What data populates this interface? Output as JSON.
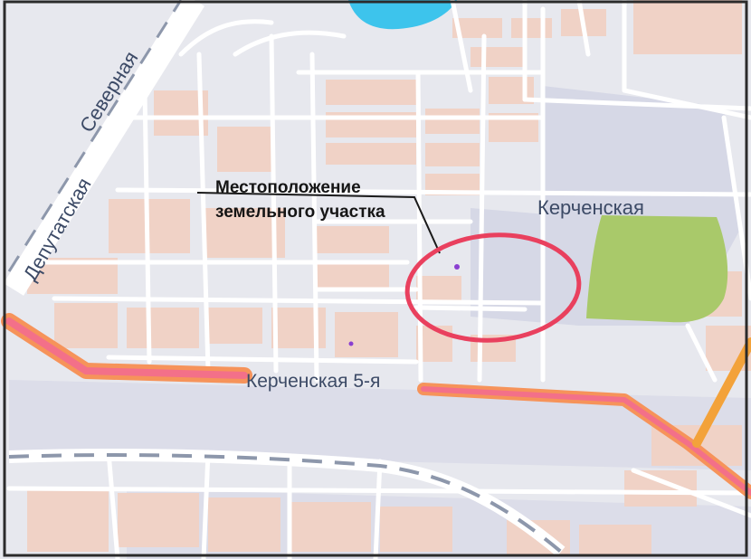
{
  "labels": {
    "severnaya": "Северная",
    "deputatskaya": "Депутатская",
    "kerchenskaya": "Керченская",
    "kerchenskaya5": "Керченская 5-я",
    "location_line1": "Местоположение",
    "location_line2": "земельного участка"
  },
  "colors": {
    "background": "#e7e8ee",
    "block": "#f0d2c6",
    "industrial": "#d6d8e6",
    "park": "#a9c96a",
    "water": "#3dc4ec",
    "road": "#ffffff",
    "main_road": "#f6935a",
    "main_road_inner": "#f37089",
    "orange_road": "#f3a23a",
    "railway": "#8d97ab",
    "marker_ellipse": "#e9405e",
    "frame": "#2b2b2b"
  }
}
